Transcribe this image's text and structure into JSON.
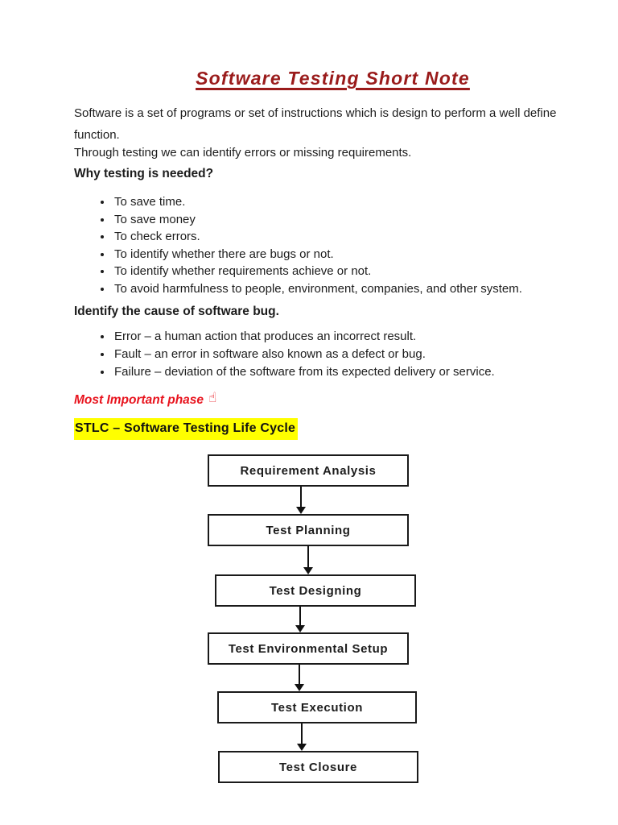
{
  "document": {
    "title": "Software Testing Short Note",
    "intro_paragraph_1": "Software is a set of programs or set of instructions which is design to perform a well define function.",
    "intro_paragraph_2": "Through testing we can identify errors or missing requirements.",
    "why_heading": "Why testing is needed?",
    "why_bullets": [
      "To save time.",
      "To save money",
      "To check errors.",
      "To identify whether there are bugs or not.",
      "To identify whether requirements achieve or not.",
      "To avoid harmfulness to people, environment, companies, and other system."
    ],
    "cause_heading": "Identify the cause of software bug.",
    "cause_bullets": [
      "Error – a human action that produces an incorrect result.",
      "Fault – an error in software also known as a defect or bug.",
      "Failure – deviation of the software from its expected delivery or service."
    ],
    "important_phase_label": "Most Important phase",
    "important_phase_icon_glyph": "☝",
    "stlc_heading": "STLC – Software Testing Life Cycle",
    "flowchart": {
      "steps": [
        "Requirement Analysis",
        "Test Planning",
        "Test Designing",
        "Test Environmental Setup",
        "Test Execution",
        "Test Closure"
      ]
    },
    "colors": {
      "title_red": "#9a1b1b",
      "accent_red": "#e8131d",
      "highlight_yellow": "#ffff00",
      "text": "#1c1c1c",
      "box_border": "#1a1a1a"
    }
  }
}
